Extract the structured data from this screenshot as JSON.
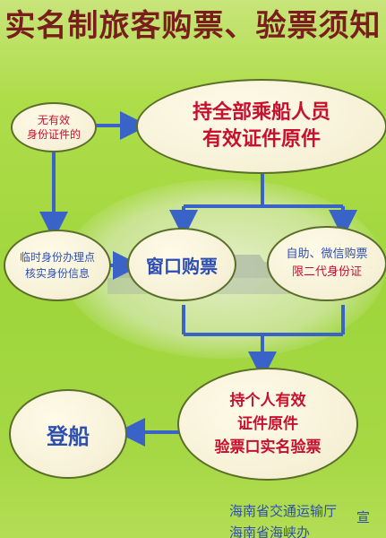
{
  "title": "实名制旅客购票、验票须知",
  "nodes": {
    "top": {
      "line1": "持全部乘船人员",
      "line2": "有效证件原件"
    },
    "no_id": {
      "line1": "无有效",
      "line2": "身份证件的"
    },
    "temp_id": {
      "line1": "临时身份办理点",
      "line2": "核实身份信息"
    },
    "window": {
      "label": "窗口购票"
    },
    "self": {
      "line1": "自助、微信购票",
      "line2": "限二代身份证"
    },
    "personal": {
      "line1": "持个人有效",
      "line2": "证件原件",
      "line3": "验票口实名验票"
    },
    "board": {
      "label": "登船"
    }
  },
  "footer": {
    "org1": "海南省交通运输厅",
    "org2": "海南省海峡办",
    "suffix": "宣"
  },
  "colors": {
    "title": "#7a1d1d",
    "node_text_red": "#c8102e",
    "node_text_blue": "#2f4fb0",
    "arrow": "#3a63c8"
  }
}
